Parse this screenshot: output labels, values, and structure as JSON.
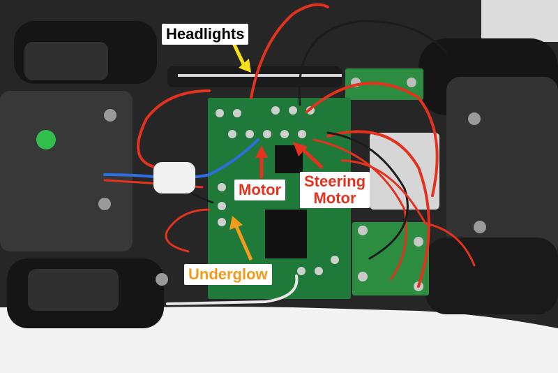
{
  "labels": {
    "headlights": "Headlights",
    "motor": "Motor",
    "steering": "Steering\nMotor",
    "underglow": "Underglow"
  },
  "colors": {
    "headlights_arrow": "#f7e21a",
    "headlights_bg": "#ffffff",
    "motor_text": "#e3321e",
    "steering_text": "#e3321e",
    "underglow_text": "#f39b1c",
    "pcb_green": "#1f7a3a",
    "chassis": "#2b2b2b"
  }
}
